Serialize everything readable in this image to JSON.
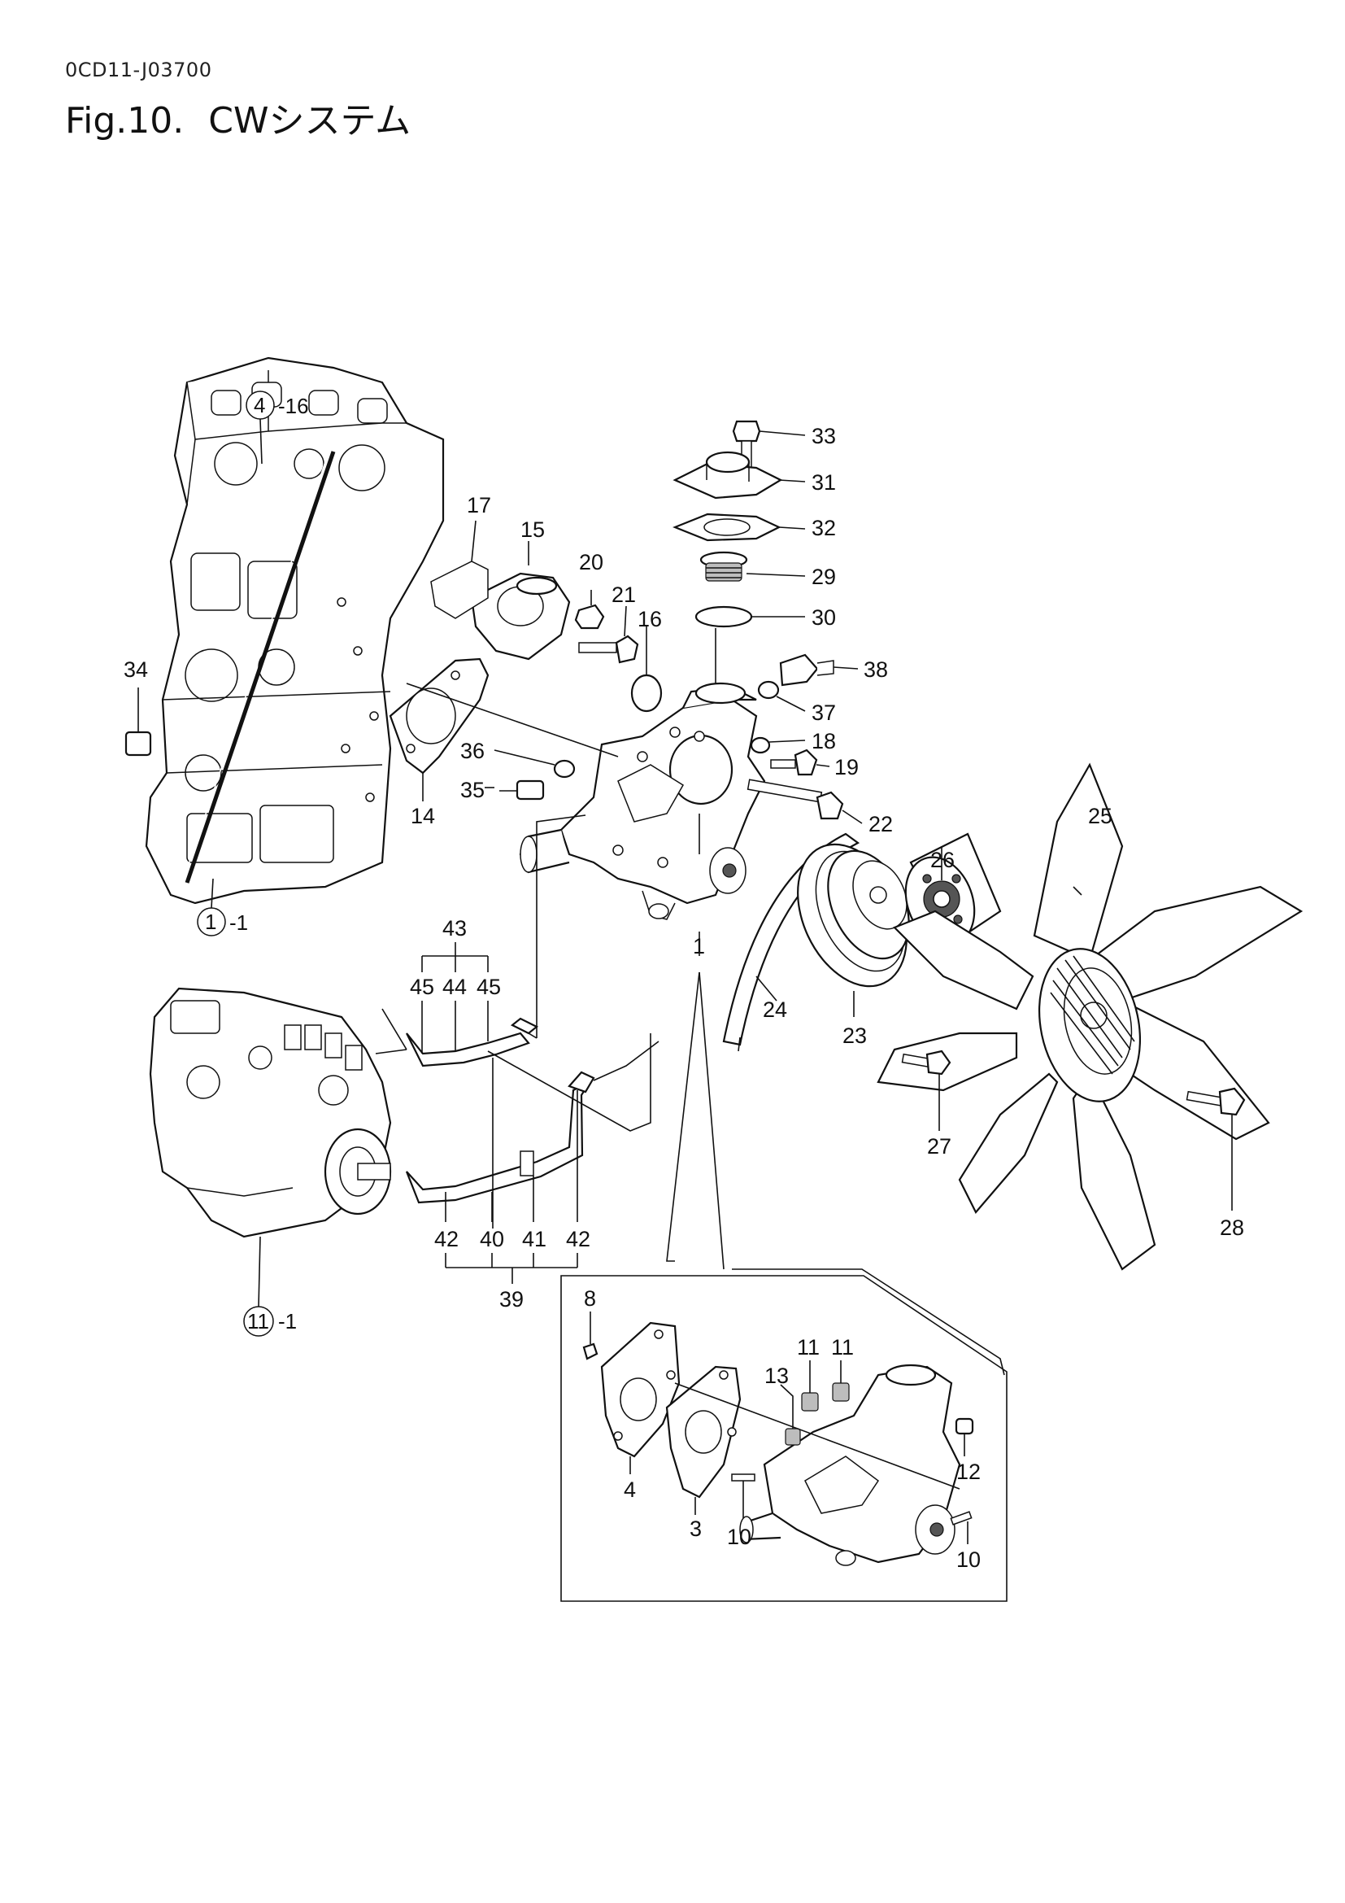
{
  "header": {
    "doc_code": "0CD11-J03700",
    "fig_number": "Fig.10.",
    "fig_title": "CWシステム"
  },
  "refs": {
    "cylinder_head": {
      "circle": "4",
      "suffix": "-16"
    },
    "cylinder_block": {
      "circle": "1",
      "suffix": "-1"
    },
    "injection_pump": {
      "circle": "11",
      "suffix": "-1"
    }
  },
  "callouts": {
    "p1": "1",
    "p3": "3",
    "p4": "4",
    "p8": "8",
    "p10a": "10",
    "p10b": "10",
    "p11a": "11",
    "p11b": "11",
    "p12": "12",
    "p13": "13",
    "p14": "14",
    "p15": "15",
    "p16": "16",
    "p17": "17",
    "p18": "18",
    "p19": "19",
    "p20": "20",
    "p21": "21",
    "p22": "22",
    "p23": "23",
    "p24": "24",
    "p25": "25",
    "p26": "26",
    "p27": "27",
    "p28": "28",
    "p29": "29",
    "p30": "30",
    "p31": "31",
    "p32": "32",
    "p33": "33",
    "p34": "34",
    "p35": "35",
    "p36": "36",
    "p37": "37",
    "p38": "38",
    "p39": "39",
    "p40": "40",
    "p41": "41",
    "p42a": "42",
    "p42b": "42",
    "p43": "43",
    "p44": "44",
    "p45a": "45",
    "p45b": "45"
  }
}
